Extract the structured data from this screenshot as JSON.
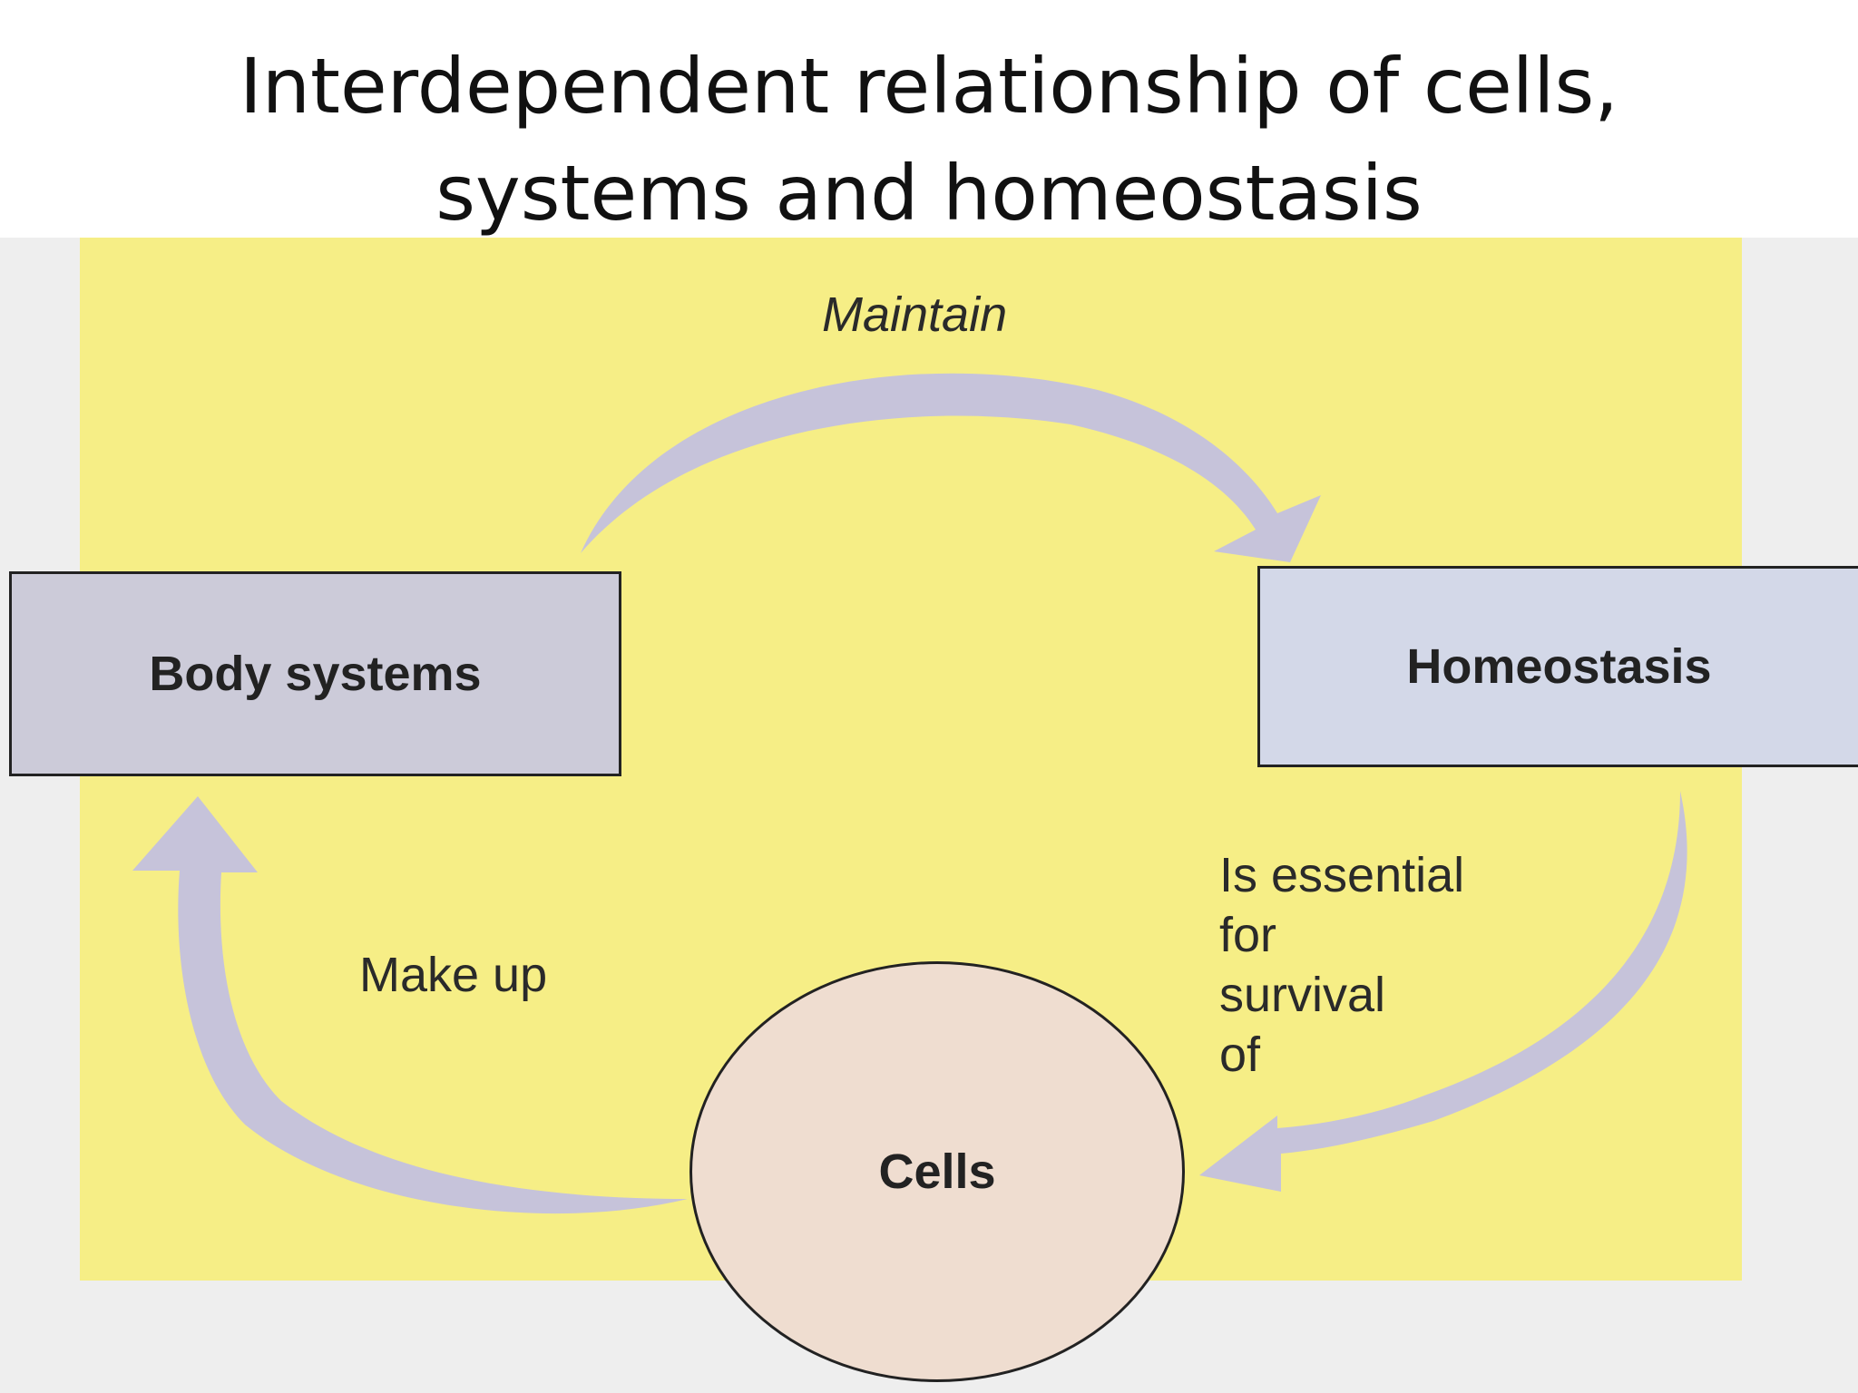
{
  "title": {
    "line1": "Interdependent relationship of cells,",
    "line2": "systems and homeostasis"
  },
  "nodes": {
    "body_systems": "Body systems",
    "homeostasis": "Homeostasis",
    "cells": "Cells"
  },
  "edges": {
    "maintain": "Maintain",
    "is_essential": "Is essential\nfor\nsurvival\nof",
    "make_up": "Make up"
  },
  "colors": {
    "panel": "#f6ee86",
    "arrow": "#c6c3da",
    "body_systems_box": "#cccbd9",
    "homeostasis_box": "#d3d8e8",
    "cells_circle": "#efddd0"
  }
}
